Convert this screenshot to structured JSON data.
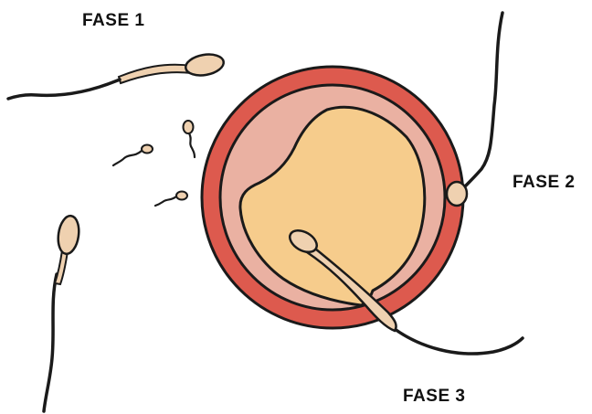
{
  "labels": {
    "phase_1": "FASE 1",
    "phase_2": "FASE 2",
    "phase_3": "FASE 3"
  },
  "colors": {
    "outline": "#1a1a1a",
    "outer_layer": "#dd5a4e",
    "middle_layer": "#eab1a2",
    "ovum_core": "#f6cc8c",
    "sperm_fill": "#efd1b0",
    "label_text": "#111111"
  }
}
